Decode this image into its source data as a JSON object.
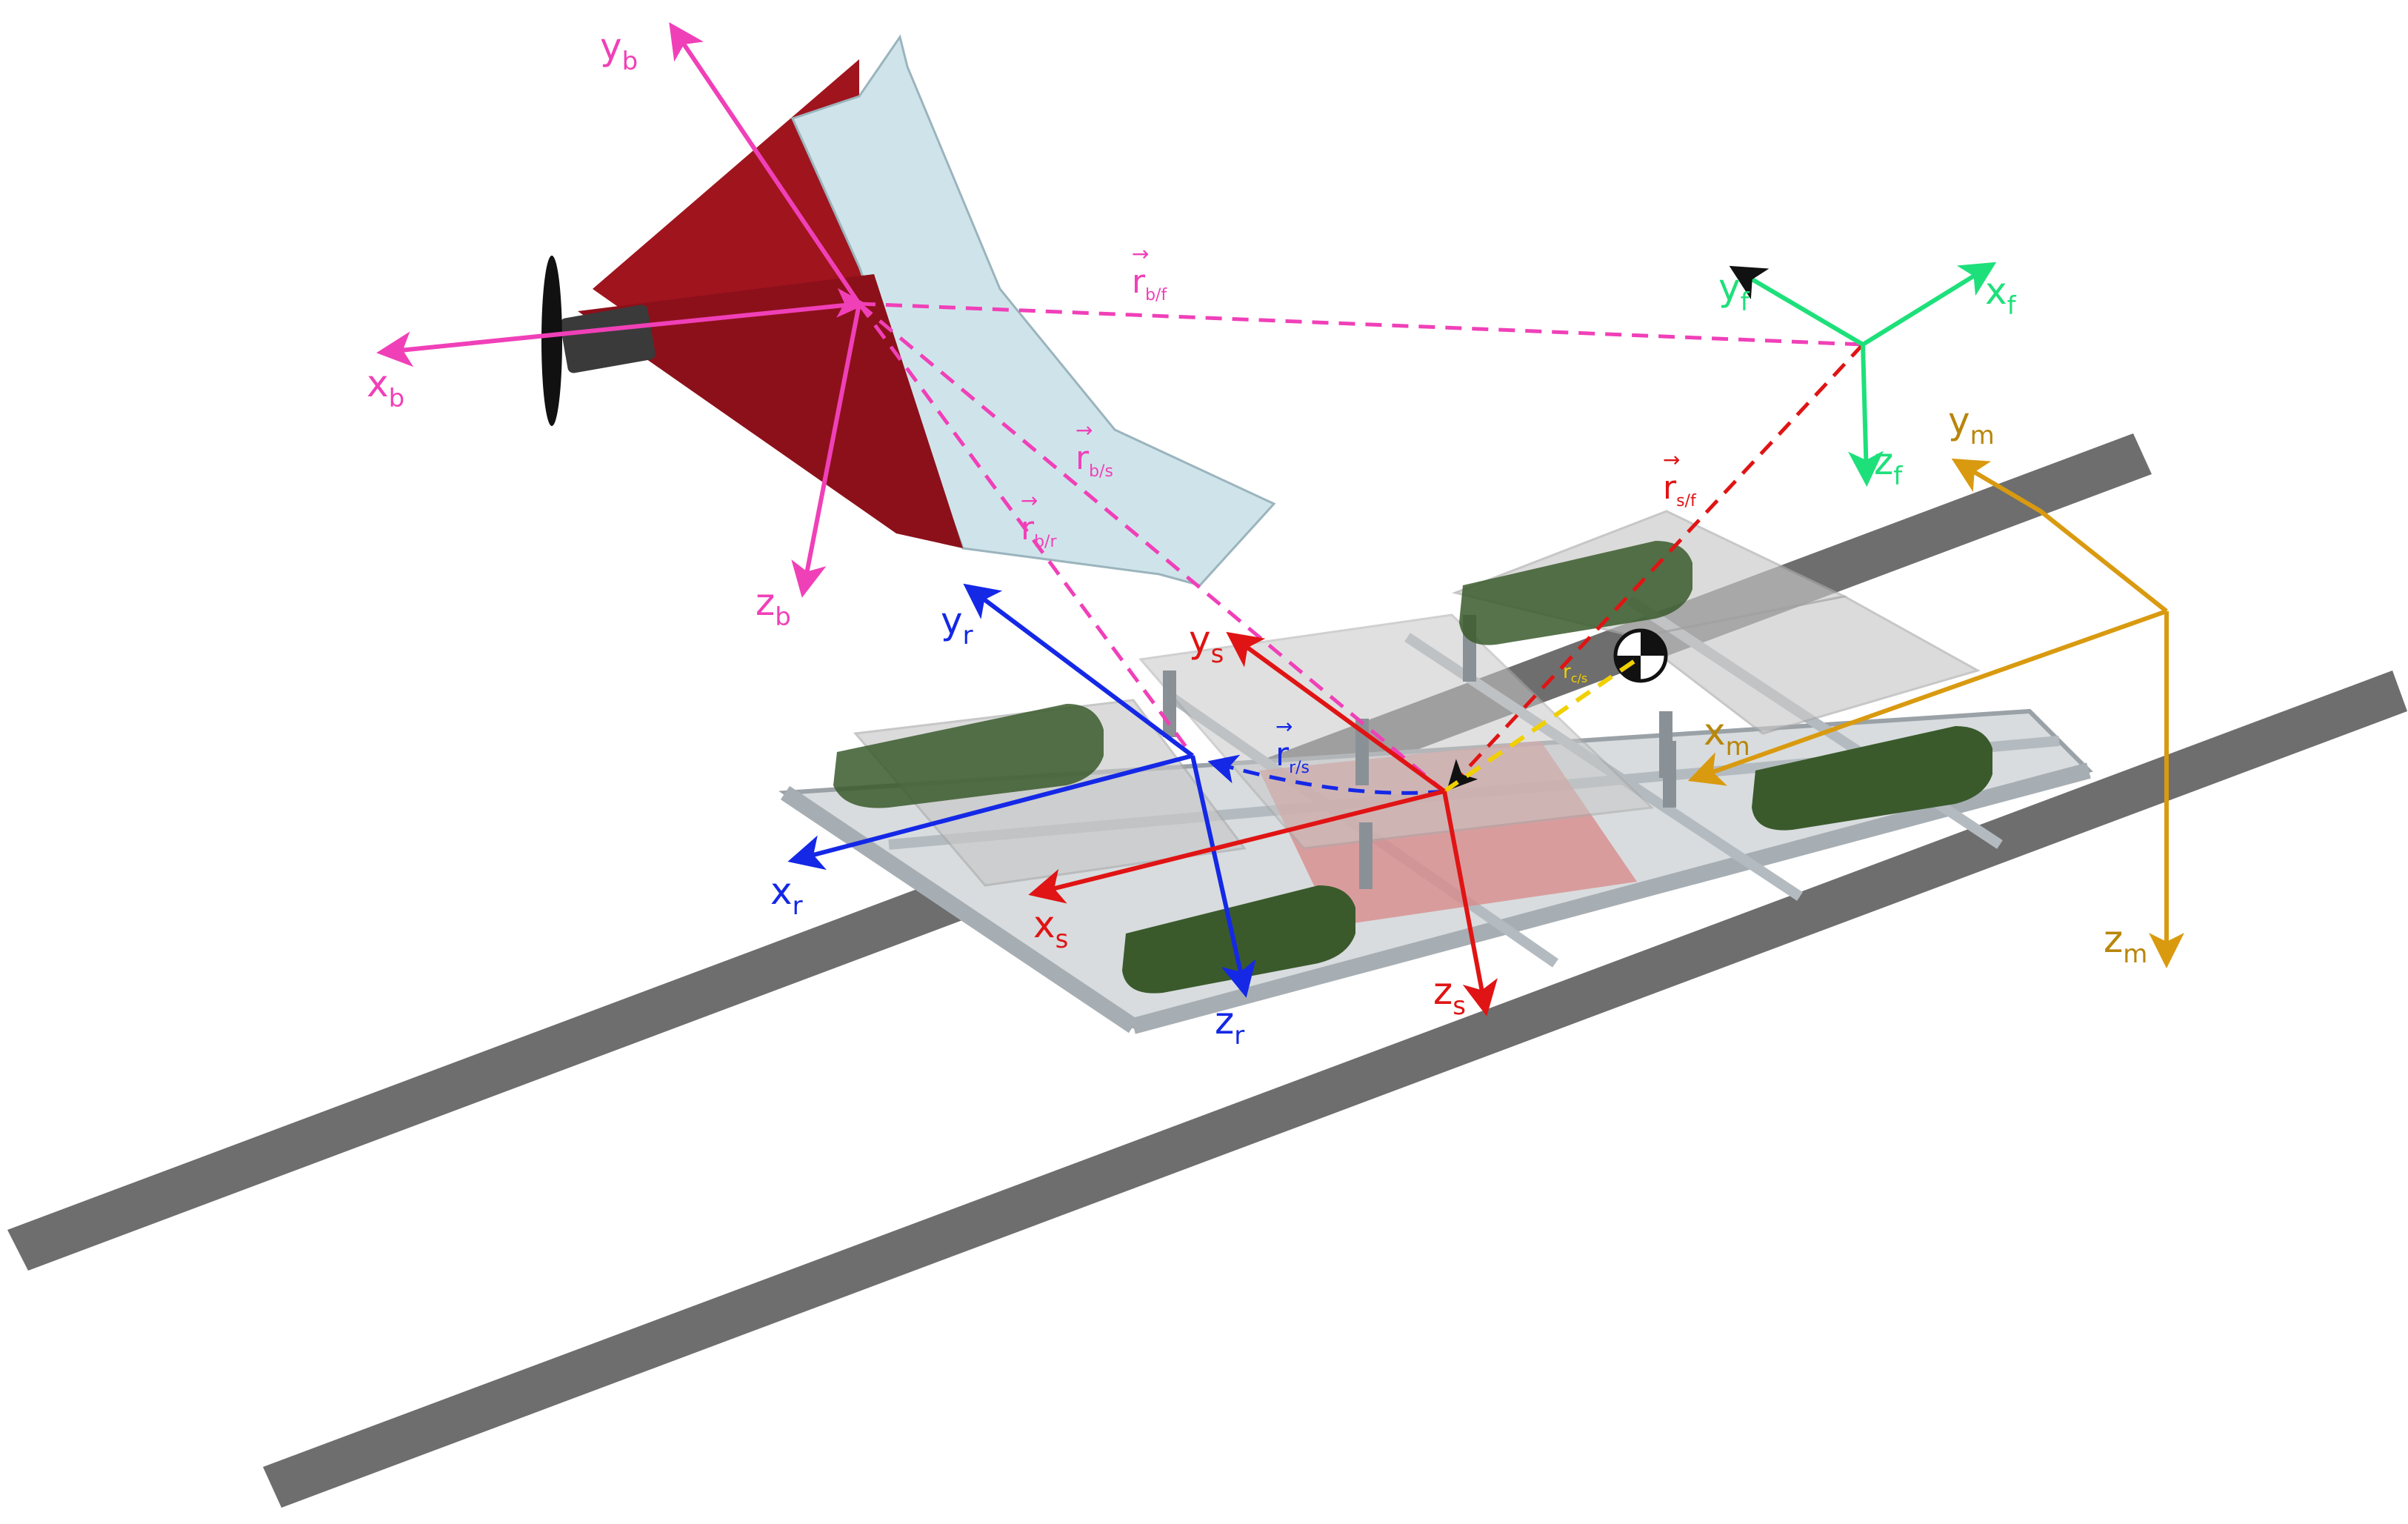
{
  "colors": {
    "body": "#f040b8",
    "reference": "#1428e6",
    "sled": "#e01414",
    "field": "#1ee07a",
    "motion": "#d99a10",
    "center_line": "#f0d000",
    "rail": "#6e6e6e",
    "pad": "#3a5a2c",
    "wing_red": "#a0141e",
    "wing_white": "#cfe4ea",
    "platform": "#c8c8c8",
    "frame": "#a7aeb3"
  },
  "frames": {
    "body": {
      "axis": "x",
      "x_sub": "b",
      "y_sub": "b",
      "z_sub": "b"
    },
    "reference": {
      "axis": "x",
      "x_sub": "r",
      "y_sub": "r",
      "z_sub": "r"
    },
    "sled": {
      "x_sub": "s",
      "y_sub": "s",
      "z_sub": "s"
    },
    "field": {
      "x_sub": "f",
      "y_sub": "f",
      "z_sub": "f"
    },
    "motion": {
      "x_sub": "m",
      "y_sub": "m",
      "z_sub": "m"
    }
  },
  "labels": {
    "x": "x",
    "y": "y",
    "z": "z",
    "r": "r",
    "b_f": "b/f",
    "b_s": "b/s",
    "b_r": "b/r",
    "s_f": "s/f",
    "r_s": "r/s",
    "c_s": "c/s"
  }
}
